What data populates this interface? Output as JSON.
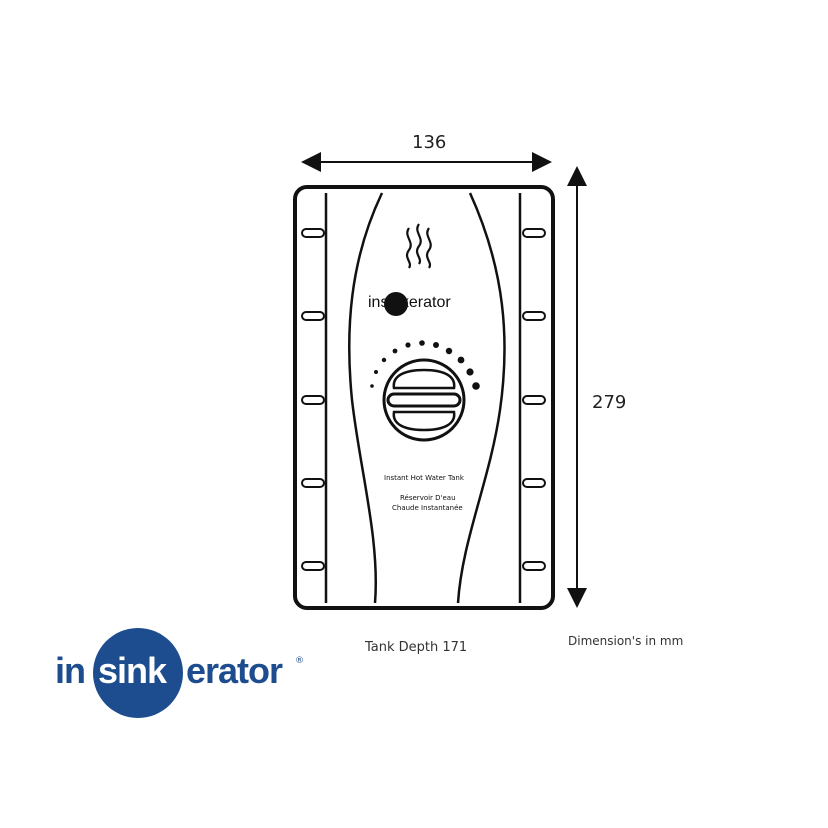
{
  "dimensions": {
    "width": "136",
    "height": "279",
    "depth_note": "Tank Depth 171",
    "units_note": "Dimension's in mm"
  },
  "device_label": {
    "brand": "insinkerator",
    "line1": "Instant Hot Water Tank",
    "line2": "Réservoir D'eau",
    "line3": "Chaude Instantanée"
  },
  "logo": {
    "part1": "in",
    "part2": "sink",
    "part3": "erator",
    "reg": "®"
  },
  "colors": {
    "brand_blue": "#1d4d8f",
    "line": "#111111"
  }
}
